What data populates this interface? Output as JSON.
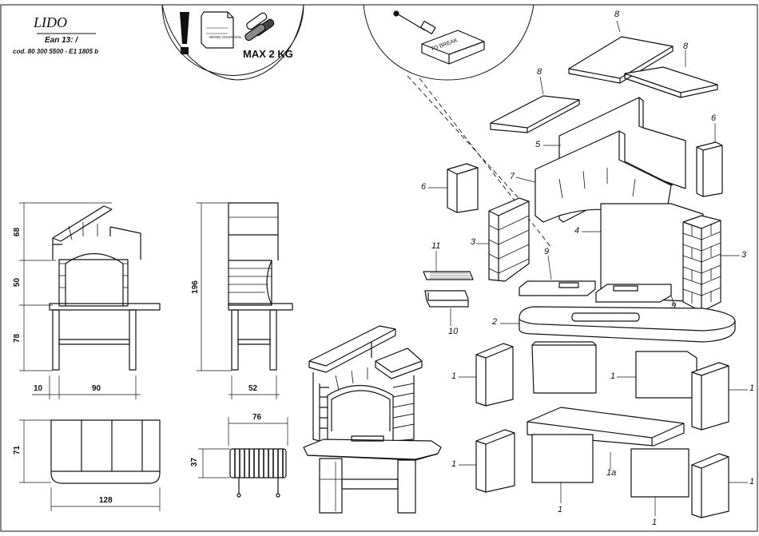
{
  "header": {
    "model": "LIDO",
    "ean": "Ean 13:  /",
    "code": "cod. 80 300 5500 - E1 1805 b"
  },
  "warning": {
    "bag_label": "WOOD CHARCOAL",
    "max_load": "MAX 2 KG",
    "brick_label": "TO BREAK"
  },
  "dimensions": {
    "front_upper": "68",
    "front_middle": "50",
    "front_lower": "78",
    "front_offset": "10",
    "front_width": "90",
    "side_height": "196",
    "side_depth": "52",
    "plan_depth": "71",
    "plan_width": "128",
    "grill_width": "76",
    "grill_depth": "37"
  },
  "part_numbers": {
    "roof_top": "8",
    "roof_right": "8",
    "roof_left": "8",
    "side_panel_right": "6",
    "back_wall": "5",
    "arch": "7",
    "side_panel_left": "6",
    "chimney_back": "4",
    "pillar_left": "3",
    "pillar_right": "3",
    "grate_tray": "11",
    "hearth_left": "9",
    "hearth_right": "9",
    "ash_drawer": "10",
    "worktop": "2",
    "base_block_left": "1",
    "base_block_mid": "1",
    "base_block_right": "1",
    "base_block_far": "1",
    "lower_left": "1",
    "lower_shelf": "1a",
    "lower_mid": "1",
    "lower_right": "1",
    "lower_far": "1"
  }
}
